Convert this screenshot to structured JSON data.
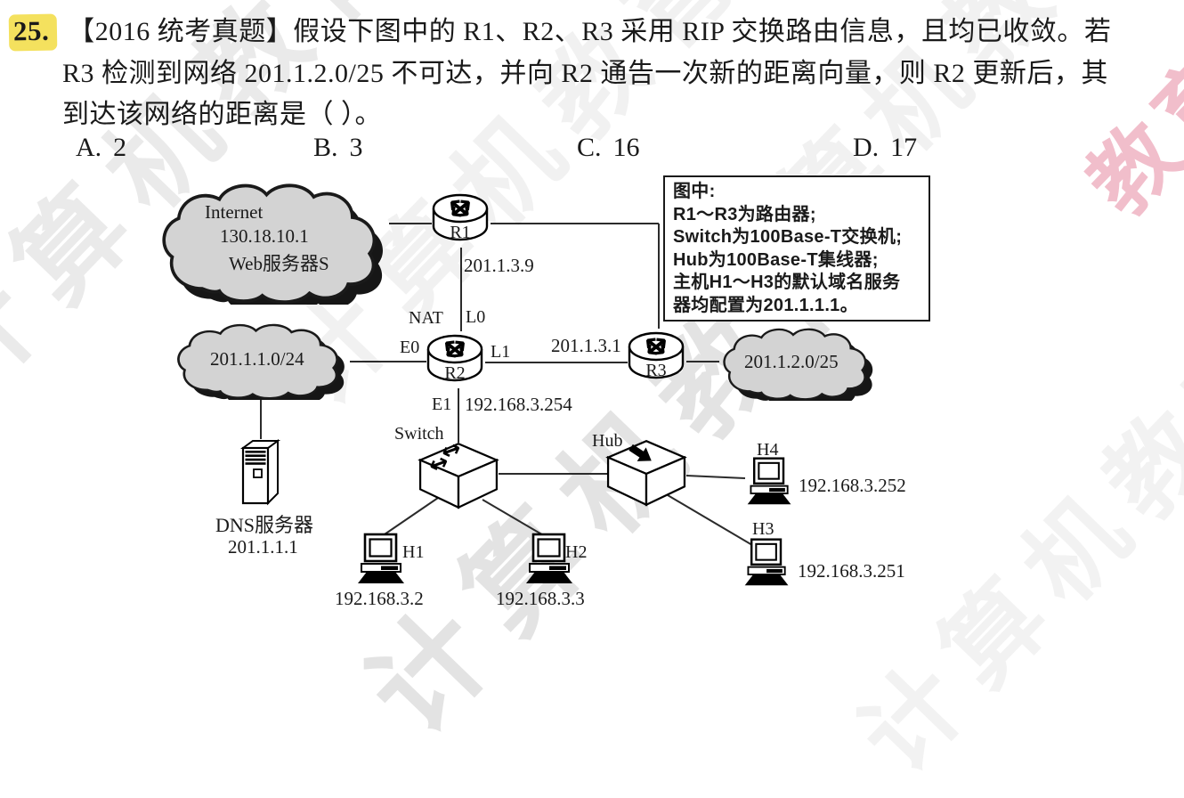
{
  "question": {
    "number": "25.",
    "lines": [
      "【2016 统考真题】假设下图中的 R1、R2、R3 采用 RIP 交换路由信息，且均已收敛。若",
      "R3 检测到网络 201.1.2.0/25 不可达，并向 R2 通告一次新的距离向量，则 R2 更新后，其",
      "到达该网络的距离是（ ）。"
    ],
    "options": [
      {
        "label": "A.",
        "value": "2"
      },
      {
        "label": "B.",
        "value": "3"
      },
      {
        "label": "C.",
        "value": "16"
      },
      {
        "label": "D.",
        "value": "17"
      }
    ]
  },
  "note_box": {
    "lines": [
      "图中:",
      "R1～R3为路由器;",
      "Switch为100Base-T交换机;",
      "Hub为100Base-T集线器;",
      "主机H1～H3的默认域名服务",
      "器均配置为201.1.1.1。"
    ]
  },
  "diagram": {
    "internet_cloud": {
      "name": "Internet",
      "ip": "130.18.10.1",
      "server": "Web服务器S"
    },
    "lan_cloud": "201.1.1.0/24",
    "remote_cloud": "201.1.2.0/25",
    "r1": {
      "label": "R1",
      "ip": "201.1.3.9"
    },
    "r2": {
      "label": "R2",
      "nat": "NAT",
      "l0": "L0",
      "e0": "E0",
      "l1": "L1",
      "e1": "E1",
      "e1_ip": "192.168.3.254"
    },
    "r3": {
      "label": "R3",
      "link_ip": "201.1.3.1"
    },
    "switch_label": "Switch",
    "hub_label": "Hub",
    "dns": {
      "label": "DNS服务器",
      "ip": "201.1.1.1"
    },
    "h1": {
      "label": "H1",
      "ip": "192.168.3.2"
    },
    "h2": {
      "label": "H2",
      "ip": "192.168.3.3"
    },
    "h3": {
      "label": "H3",
      "ip": "192.168.3.251"
    },
    "h4": {
      "label": "H4",
      "ip": "192.168.3.252"
    }
  },
  "watermark": {
    "text": "计算机教育",
    "pink_text": "教育"
  },
  "colors": {
    "ink": "#1a1a1a",
    "cloud_fill": "#d3d3d3",
    "cloud_shadow": "#161616",
    "highlight": "#f4e15e",
    "watermark_gray": "#9a9a9a",
    "watermark_pink": "#e2708e"
  }
}
